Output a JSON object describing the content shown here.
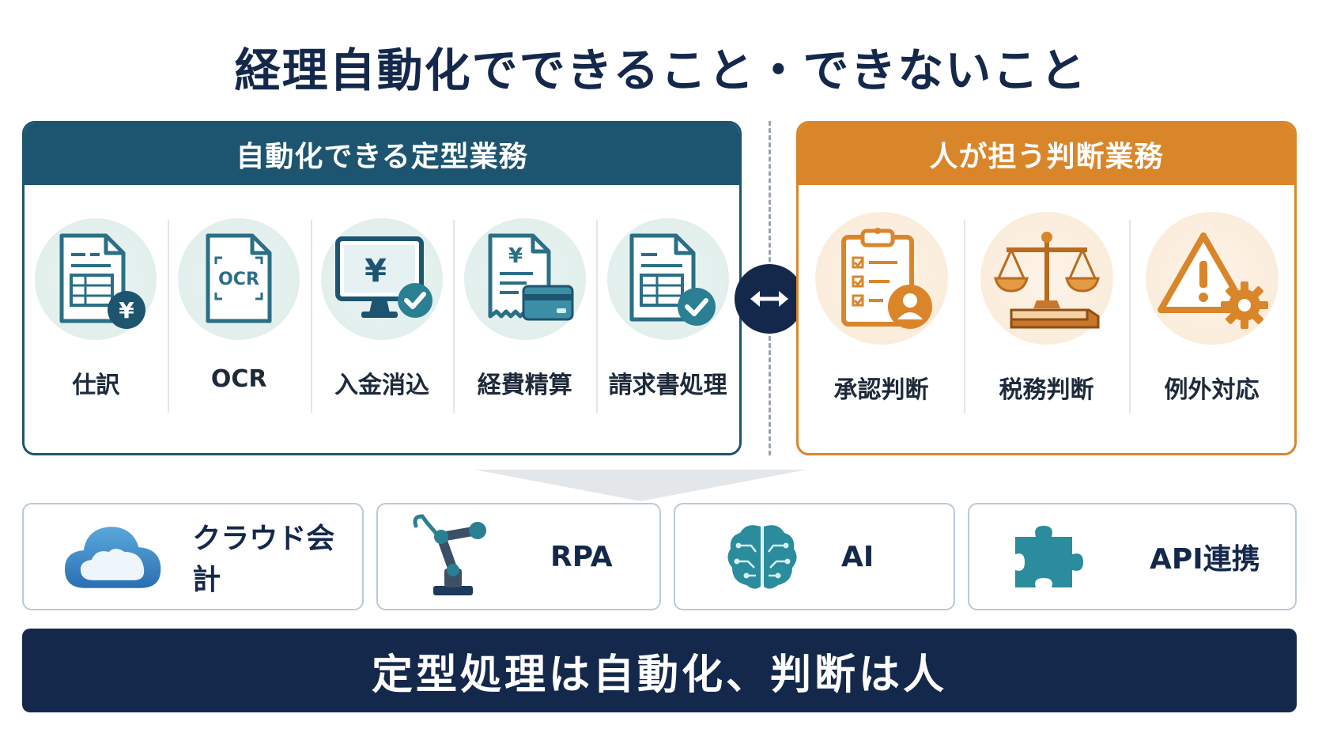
{
  "title": "経理自動化でできること・できないこと",
  "left_panel": {
    "header": "自動化できる定型業務",
    "items": [
      {
        "label": "仕訳",
        "icon": "ledger-yen-icon"
      },
      {
        "label": "OCR",
        "icon": "ocr-document-icon",
        "icon_text": "OCR"
      },
      {
        "label": "入金消込",
        "icon": "monitor-yen-check-icon",
        "icon_text": "¥"
      },
      {
        "label": "経費精算",
        "icon": "receipt-card-icon",
        "icon_text": "¥"
      },
      {
        "label": "請求書処理",
        "icon": "invoice-check-icon"
      }
    ]
  },
  "right_panel": {
    "header": "人が担う判断業務",
    "items": [
      {
        "label": "承認判断",
        "icon": "clipboard-person-icon"
      },
      {
        "label": "税務判断",
        "icon": "scales-book-icon"
      },
      {
        "label": "例外対応",
        "icon": "warning-gear-icon"
      }
    ]
  },
  "tech": [
    {
      "label": "クラウド会計",
      "icon": "cloud-icon"
    },
    {
      "label": "RPA",
      "icon": "robot-arm-icon"
    },
    {
      "label": "AI",
      "icon": "brain-circuit-icon"
    },
    {
      "label": "API連携",
      "icon": "puzzle-icon"
    }
  ],
  "banner": "定型処理は自動化、判断は人",
  "colors": {
    "navy": "#14284b",
    "teal": "#1d5570",
    "teal_icon": "#2a6f86",
    "orange": "#d9862a"
  }
}
